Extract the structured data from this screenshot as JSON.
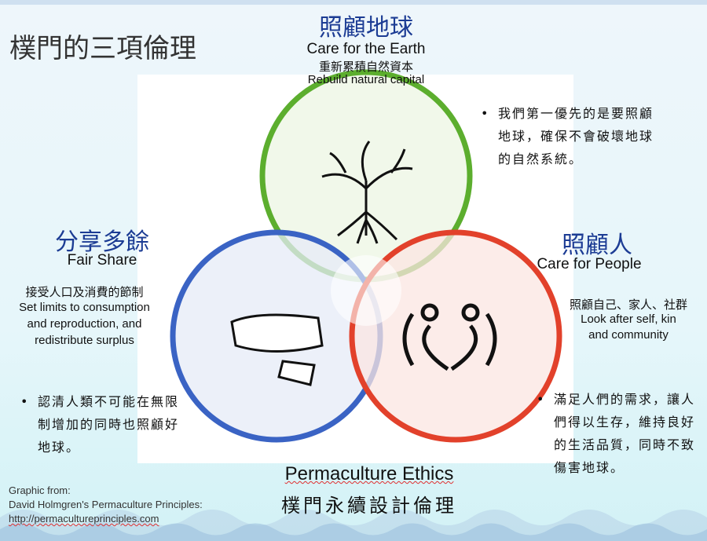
{
  "title": "樸門的三項倫理",
  "earth": {
    "zh": "照顧地球",
    "en": "Care for the Earth",
    "sub_zh": "重新累積自然資本",
    "sub_en": "Rebuild natural capital",
    "bullet": "我們第一優先的是要照顧地球，確保不會破壞地球的自然系統。",
    "color": "#5cae2e"
  },
  "people": {
    "zh": "照顧人",
    "en": "Care for People",
    "sub_zh": "照顧自己、家人、社群",
    "sub_en_1": "Look after self, kin",
    "sub_en_2": "and community",
    "bullet": "滿足人們的需求，讓人們得以生存，維持良好的生活品質，同時不致傷害地球。",
    "color": "#e2412b"
  },
  "fair": {
    "zh": "分享多餘",
    "en": "Fair Share",
    "sub_zh": "接受人口及消費的節制",
    "sub_en_1": "Set limits to consumption",
    "sub_en_2": "and reproduction, and",
    "sub_en_3": "redistribute surplus",
    "bullet": "認清人類不可能在無限制增加的同時也照顧好地球。",
    "color": "#3a63c4"
  },
  "footer": {
    "en": "Permaculture Ethics",
    "zh": "樸門永續設計倫理",
    "credit_1": "Graphic from:",
    "credit_2": "David Holmgren's Permaculture Principles:",
    "credit_3": "http://permacultureprinciples.com"
  }
}
